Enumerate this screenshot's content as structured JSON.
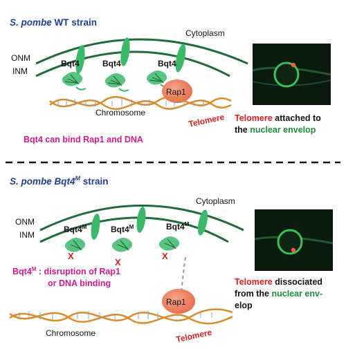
{
  "top": {
    "title_italic": "S. pombe",
    "title_rest": " WT strain",
    "cytoplasm": "Cytoplasm",
    "onm": "ONM",
    "inm": "INM",
    "bqt4": "Bqt4",
    "rap1": "Rap1",
    "chromosome": "Chromosome",
    "telomere": "Telomere",
    "note": "Bqt4 can bind Rap1 and DNA",
    "caption_line1_red": "Telomere",
    "caption_line1_rest": " attached to",
    "caption_line2_pre": "the ",
    "caption_line2_green": "nuclear envelop"
  },
  "bottom": {
    "title_italic_a": "S. pombe",
    "title_italic_b": "Bqt4",
    "title_sup": "M",
    "title_rest": " strain",
    "cytoplasm": "Cytoplasm",
    "onm": "ONM",
    "inm": "INM",
    "bqt4m": "Bqt4",
    "bqt4m_sup": "M",
    "note_label": "Bqt4",
    "note_sup": "M",
    "note_line1": " : disruption of  Rap1",
    "note_line2": "or  DNA binding",
    "rap1": "Rap1",
    "chromosome": "Chromosome",
    "telomere": "Telomere",
    "caption_line1_red": "Telomere",
    "caption_line1_rest": " dissociated",
    "caption_line2_pre": "from the ",
    "caption_line2_green": "nuclear env-",
    "caption_line3_green": "elop",
    "mutation_mark": "X"
  },
  "colors": {
    "membrane": "#1f6b3a",
    "protein": "#3cb86a",
    "rap1": "#f08a6a",
    "dna_orange": "#d98a2a",
    "title_blue": "#1f3f8f",
    "magenta": "#d01a8c",
    "red": "#d42020",
    "green_text": "#1e8c3a"
  }
}
